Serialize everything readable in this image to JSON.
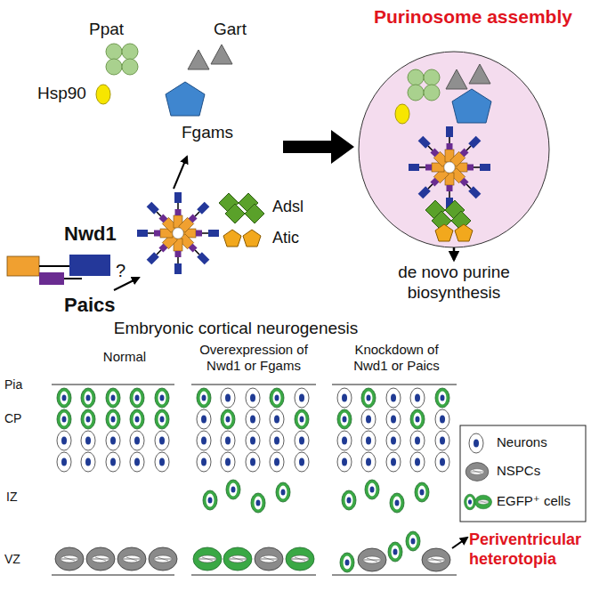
{
  "diagram": {
    "labels": [
      "Purinosome assembly",
      "Ppat",
      "Gart",
      "Hsp90",
      "Fgams",
      "Nwd1",
      "?",
      "Adsl",
      "Atic",
      "Paics",
      "de novo purine biosynthesis",
      "Embryonic cortical neurogenesis",
      "Normal",
      "Overexpression of Nwd1 or Fgams",
      "Knockdown of Nwd1 or Paics",
      "Pia",
      "CP",
      "IZ",
      "VZ",
      "Periventricular heterotopia"
    ],
    "legend": [
      {
        "text": "Neurons"
      },
      {
        "text": "NSPCs"
      },
      {
        "text": "EGFP⁺ cells"
      }
    ]
  }
}
